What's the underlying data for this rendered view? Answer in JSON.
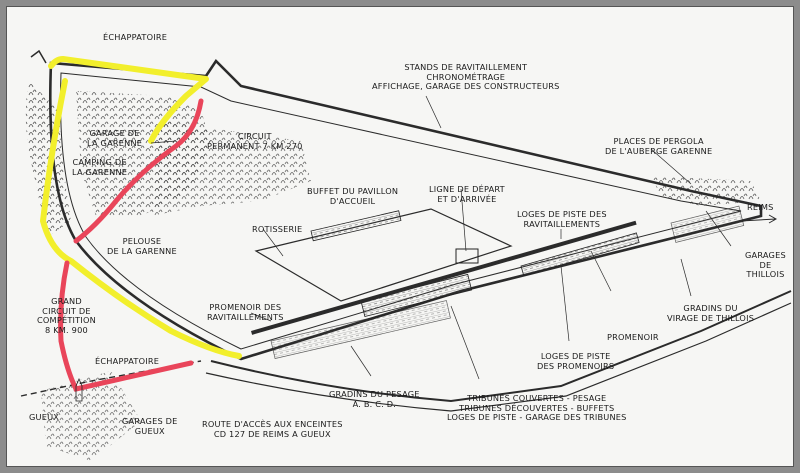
{
  "map": {
    "labels": {
      "echappatoire_top": "ÉCHAPPATOIRE",
      "stands_1": "STANDS DE RAVITAILLEMENT",
      "stands_2": "CHRONOMÉTRAGE",
      "stands_3": "AFFICHAGE, GARAGE DES CONSTRUCTEURS",
      "garage_garenne_1": "GARAGE DE",
      "garage_garenne_2": "LA GARENNE",
      "camping_1": "CAMPING DE",
      "camping_2": "LA GARENNE",
      "circuit_perm_1": "CIRCUIT",
      "circuit_perm_2": "PERMANENT 7 KM 270",
      "pergola_1": "PLACES DE PERGOLA",
      "pergola_2": "DE L'AUBERGE GARENNE",
      "reims": "REIMS",
      "buffet_1": "BUFFET DU PAVILLON",
      "buffet_2": "D'ACCUEIL",
      "ligne_1": "LIGNE DE DÉPART",
      "ligne_2": "ET D'ARRIVÉE",
      "loges_ravit_1": "LOGES DE PISTE DES",
      "loges_ravit_2": "RAVITAILLEMENTS",
      "rotisserie": "ROTISSERIE",
      "pelouse_1": "PELOUSE",
      "pelouse_2": "DE LA GARENNE",
      "garages_thillois_1": "GARAGES",
      "garages_thillois_2": "DE",
      "garages_thillois_3": "THILLOIS",
      "grand_circuit_1": "GRAND",
      "grand_circuit_2": "CIRCUIT DE",
      "grand_circuit_3": "COMPÉTITION",
      "grand_circuit_4": "8 KM. 900",
      "gradins_thillois_1": "GRADINS DU",
      "gradins_thillois_2": "VIRAGE DE THILLOIS",
      "promenoir_ravit_1": "PROMENOIR DES",
      "promenoir_ravit_2": "RAVITAILLEMENTS",
      "promenoir": "PROMENOIR",
      "echappatoire_bottom": "ÉCHAPPATOIRE",
      "loges_prom_1": "LOGES DE PISTE",
      "loges_prom_2": "DES PROMENOIRS",
      "gradins_pesage_1": "GRADINS DU PESAGE",
      "gradins_pesage_2": "A. B. C. D.",
      "tribunes_1": "TRIBUNES COUVERTES - PESAGE",
      "tribunes_2": "TRIBUNES DÉCOUVERTES - BUFFETS",
      "tribunes_3": "LOGES DE PISTE - GARAGE DES TRIBUNES",
      "gueux": "GUEUX",
      "garages_gueux_1": "GARAGES DE",
      "garages_gueux_2": "GUEUX",
      "route_1": "ROUTE D'ACCÈS AUX ENCEINTES",
      "route_2": "CD 127 DE REIMS A GUEUX"
    },
    "colors": {
      "track": "#2b2b2b",
      "highlight_yellow": "#f2ef2c",
      "highlight_red": "#e9455a",
      "background": "#f6f6f4"
    }
  }
}
